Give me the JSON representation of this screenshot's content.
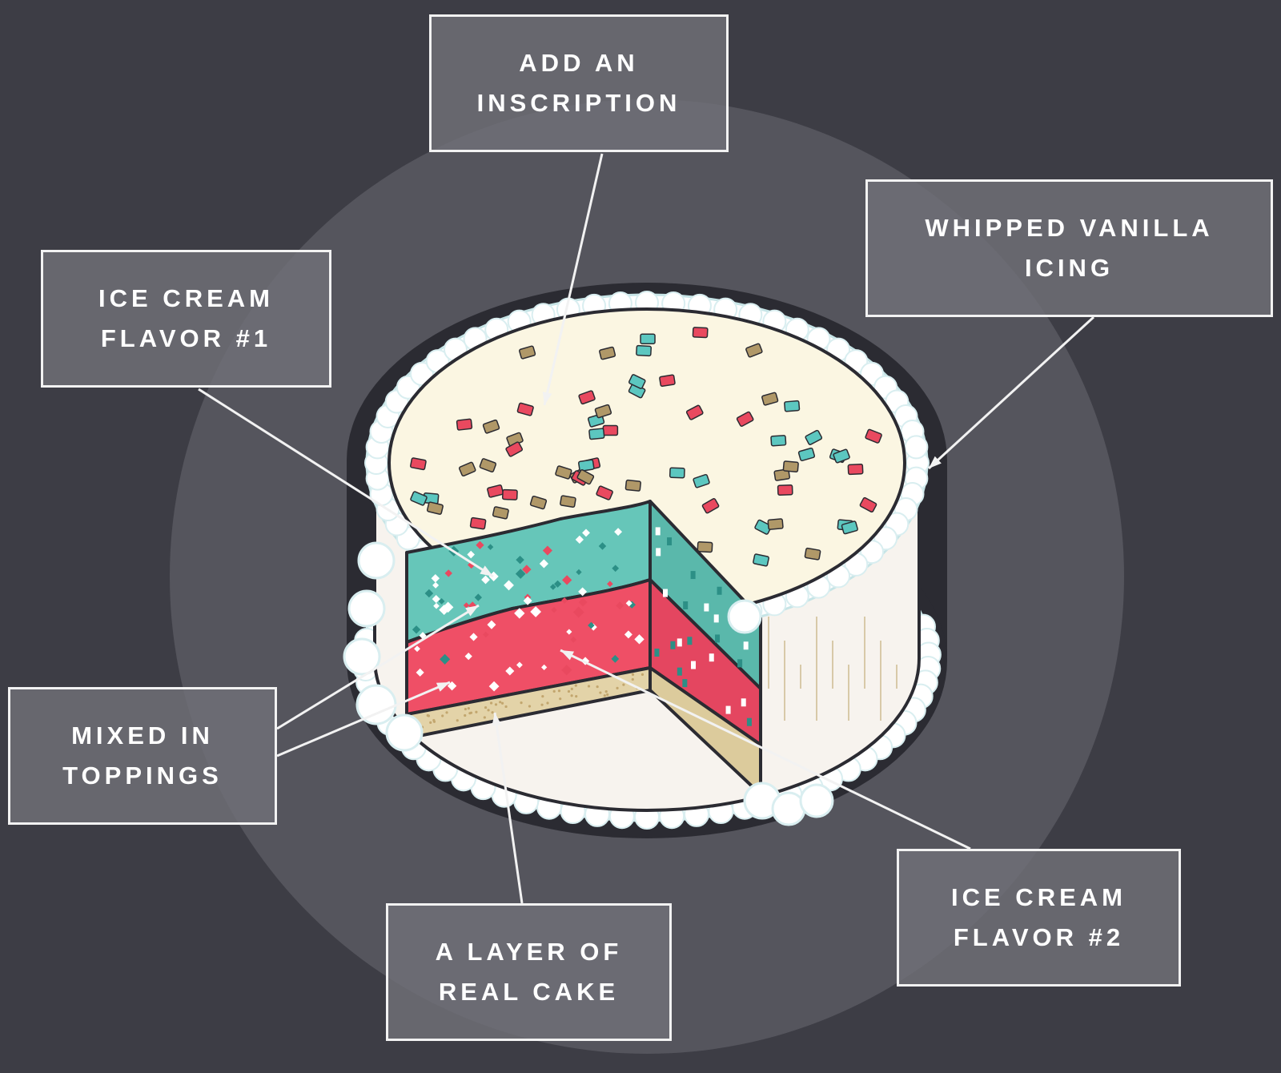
{
  "colors": {
    "background": "#3d3d45",
    "spotlight": "#55555d",
    "label_box": "#707078",
    "label_border": "#f2f2f2",
    "icing": "#ffffff",
    "icing_shadow": "#d9eef0",
    "cake_top": "#fbf6e2",
    "cake_side": "#f7f3ee",
    "flavor_1": "#66c6b9",
    "flavor_2": "#ef4f66",
    "cake_layer": "#e3d3a8",
    "outline": "#2b2b32",
    "sprinkle_brown": "#b09868",
    "sprinkle_red": "#e9495f",
    "sprinkle_teal": "#5cc7c0"
  },
  "labels": {
    "inscription": {
      "line1": "ADD AN",
      "line2": "INSCRIPTION"
    },
    "icing": {
      "line1": "WHIPPED VANILLA",
      "line2": "ICING"
    },
    "flavor_1": {
      "line1": "ICE CREAM",
      "line2": "FLAVOR #1"
    },
    "toppings": {
      "line1": "MIXED IN",
      "line2": "TOPPINGS"
    },
    "cake_layer": {
      "line1": "A LAYER OF",
      "line2": "REAL CAKE"
    },
    "flavor_2": {
      "line1": "ICE CREAM",
      "line2": "FLAVOR #2"
    }
  }
}
